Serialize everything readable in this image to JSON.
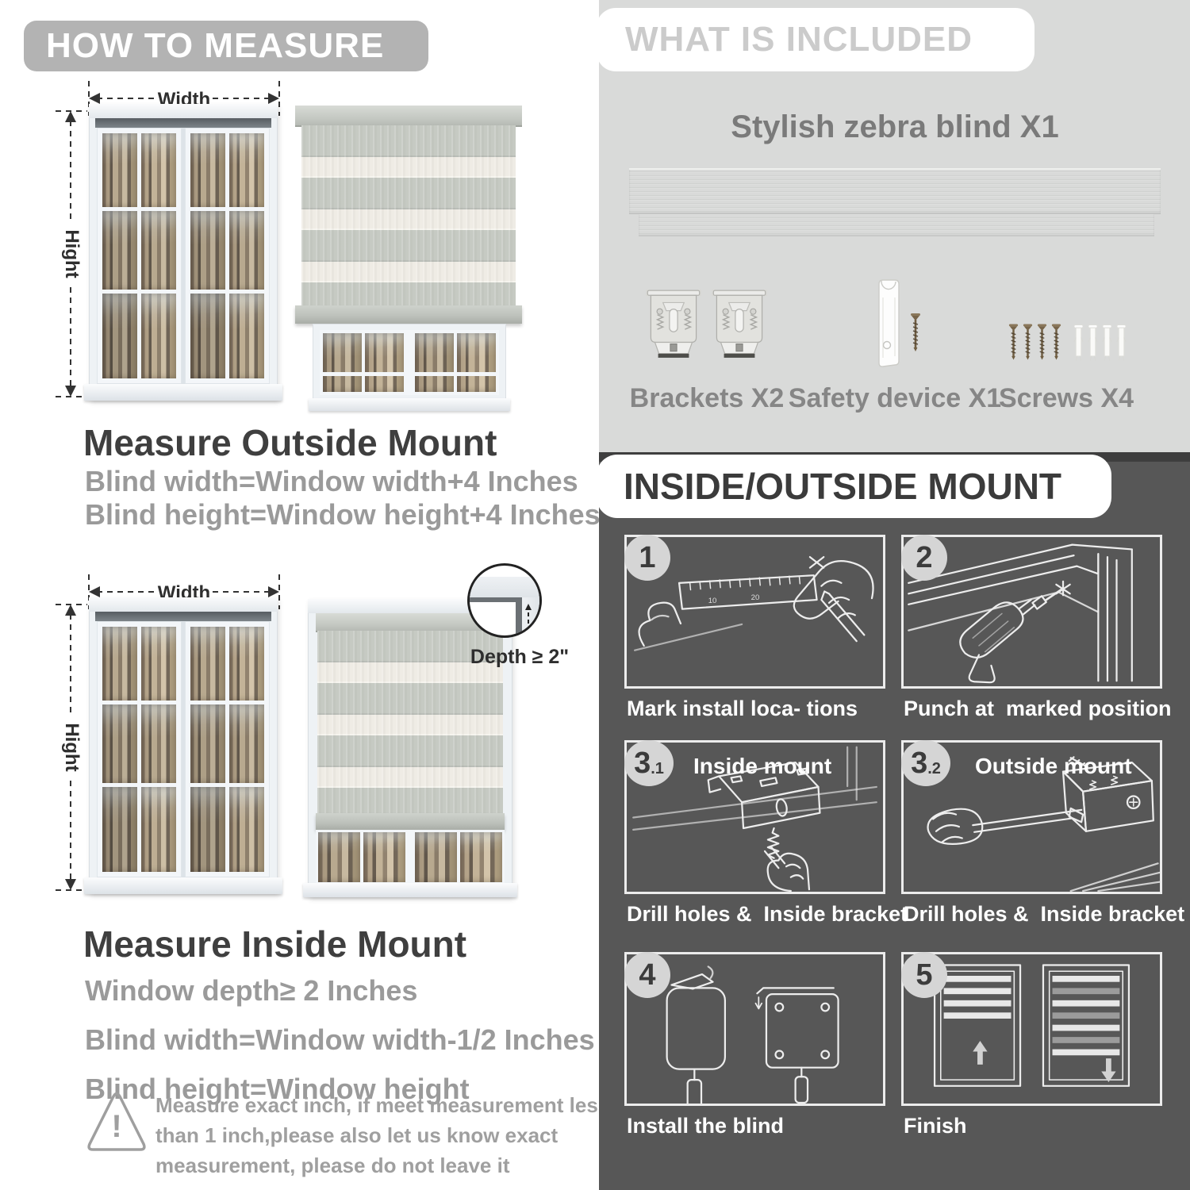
{
  "colors": {
    "header_gray": "#b3b3b3",
    "panel_light": "#d9dad9",
    "panel_dark": "#575757",
    "accent_text": "#9a9a9a"
  },
  "left": {
    "header": "HOW TO MEASURE",
    "measure": {
      "width": "Width",
      "height": "Hight"
    },
    "outside": {
      "heading": "Measure Outside Mount",
      "line1": "Blind width=Window width+4 Inches",
      "line2": "Blind height=Window height+4 Inches"
    },
    "inside": {
      "heading": "Measure Inside Mount",
      "depth": "Depth ≥ 2\"",
      "line1": "Window depth≥ 2 Inches",
      "line2": "Blind width=Window width-1/2 Inches",
      "line3": "Blind height=Window height"
    },
    "warning": {
      "mark": "!",
      "line1": "Measure exact inch, if meet measurement less",
      "line2": "than 1 inch,please also let us know exact",
      "line3": "measurement, please do not leave it"
    }
  },
  "included": {
    "header": "WHAT IS INCLUDED",
    "blind_label": "Stylish zebra blind X1",
    "brackets_label": "Brackets X2",
    "safety_label": "Safety device X1",
    "screws_label": "Screws X4"
  },
  "mount": {
    "header": "INSIDE/OUTSIDE MOUNT",
    "steps": [
      {
        "num": "1",
        "caption": "Mark install loca- tions",
        "ruler_left": "10",
        "ruler_right": "20"
      },
      {
        "num": "2",
        "caption": "Punch at  marked position"
      },
      {
        "num": "3",
        "sub": ".1",
        "title": "Inside mount",
        "caption": "Drill holes &  Inside bracket"
      },
      {
        "num": "3",
        "sub": ".2",
        "title": "Outside mount",
        "caption": "Drill holes &  Inside bracket"
      },
      {
        "num": "4",
        "caption": "Install the blind"
      },
      {
        "num": "5",
        "caption": "Finish"
      }
    ]
  }
}
